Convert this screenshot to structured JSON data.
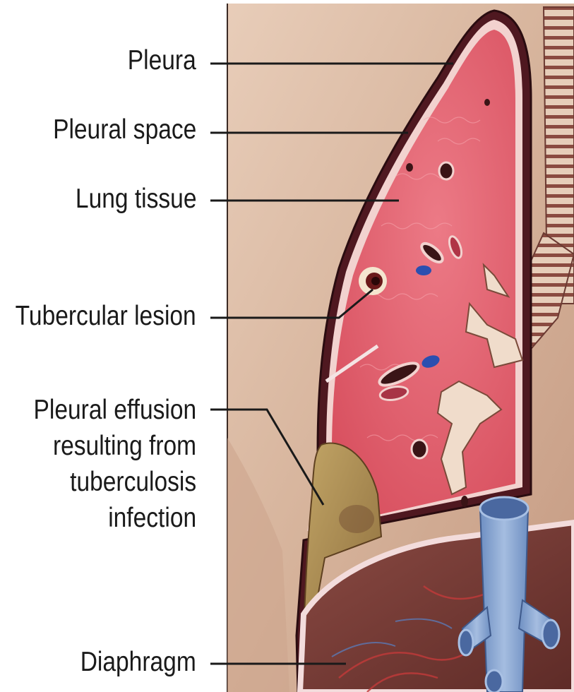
{
  "labels": {
    "pleura": "Pleura",
    "pleural_space": "Pleural space",
    "lung_tissue": "Lung tissue",
    "tubercular_lesion": "Tubercular lesion",
    "pleural_effusion": "Pleural effusion\nresulting from\ntuberculosis\ninfection",
    "diaphragm": "Diaphragm"
  },
  "colors": {
    "background": "#ffffff",
    "skin": "#d8b8a2",
    "lung_tissue": "#e3606f",
    "pleura_outline": "#5a1a22",
    "effusion": "#a8894e",
    "diaphragm_muscle": "#7a3e38",
    "vessel": "#7f9fcf",
    "trachea": "#e0c7b4"
  }
}
